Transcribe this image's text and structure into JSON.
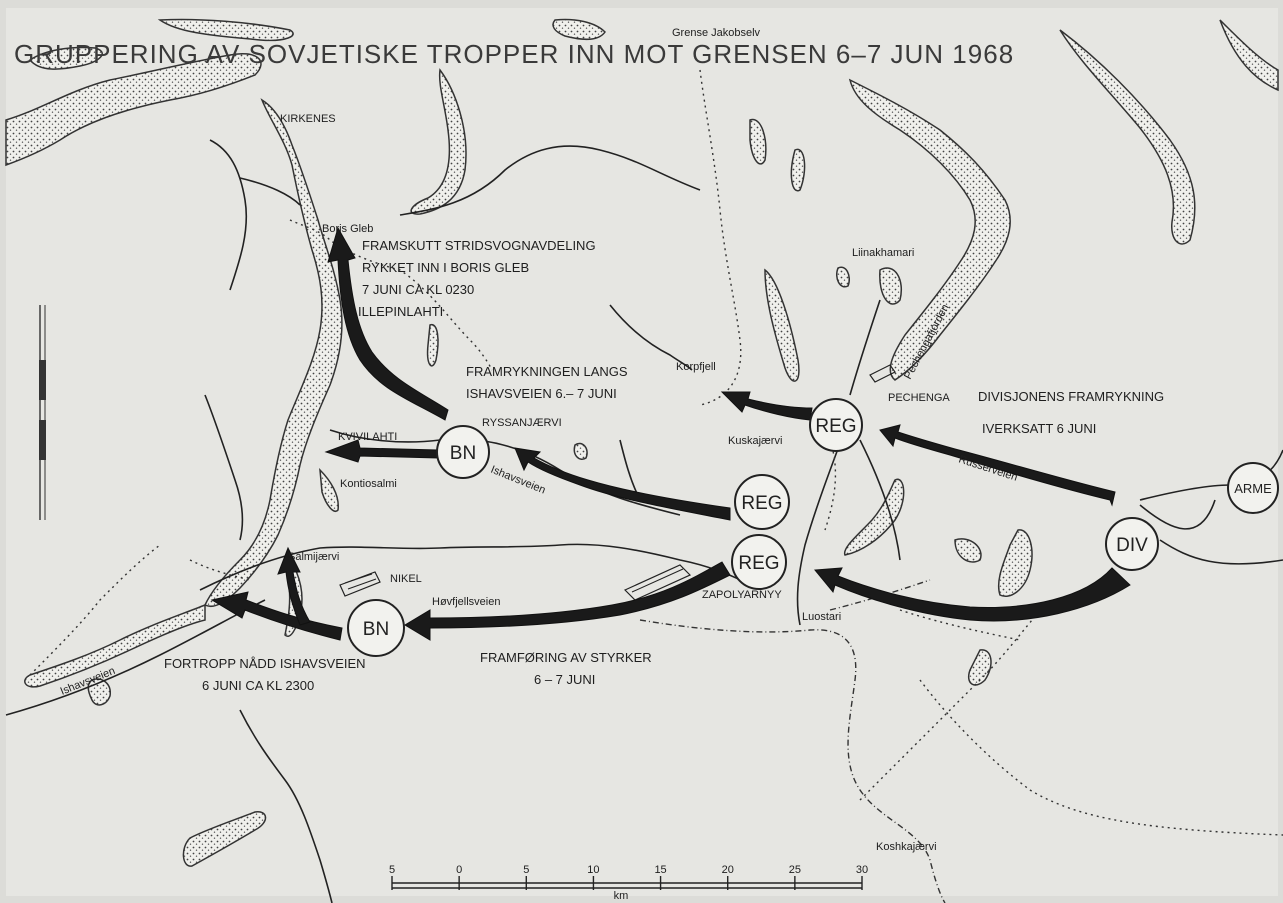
{
  "title": "GRUPPERING AV SOVJETISKE TROPPER INN MOT GRENSEN 6–7 JUN 1968",
  "places": {
    "kirkenes": "KIRKENES",
    "grense_jakobselv": "Grense Jakobselv",
    "boris_gleb": "Boris Gleb",
    "liinakhamari": "Liinakhamari",
    "pechengafjorden": "Pechengafjorden",
    "pechenga": "PECHENGA",
    "korpfjell": "Korpfjell",
    "kuskajaervi": "Kuskajærvi",
    "kvivilahti": "KVIVILAHTI",
    "ryssanjaervi": "RYSSANJÆRVI",
    "kontiosalmi": "Kontiosalmi",
    "salmijaervi": "Salmijærvi",
    "nikel": "NIKEL",
    "zapolyarnyy": "ZAPOLYARNYY",
    "luostari": "Luostari",
    "koshkajaervi": "Koshkajærvi",
    "illepinlahti": "ILLEPINLAHTI"
  },
  "roads": {
    "ishavsveien_east": "Ishavsveien",
    "ishavsveien_west": "Ishavsveien",
    "hovfjellsveien": "Høvfjellsveien",
    "russerveien": "Russerveien"
  },
  "annotations": {
    "tank_line1": "FRAMSKUTT STRIDSVOGNAVDELING",
    "tank_line2": "RYKKET INN I BORIS GLEB",
    "tank_line3": "7 JUNI CA KL 0230",
    "advance_line1": "FRAMRYKNINGEN LANGS",
    "advance_line2": "ISHAVSVEIEN 6.– 7 JUNI",
    "division_line1": "DIVISJONENS FRAMRYKNING",
    "division_line2": "IVERKSATT 6 JUNI",
    "vanguard_line1": "FORTROPP NÅDD ISHAVSVEIEN",
    "vanguard_line2": "6 JUNI CA KL 2300",
    "forces_line1": "FRAMFØRING AV STYRKER",
    "forces_line2": "6 – 7 JUNI"
  },
  "units": {
    "bn_north": "BN",
    "bn_south": "BN",
    "reg_pechenga": "REG",
    "reg_middle": "REG",
    "reg_zapolyarnyy": "REG",
    "div": "DIV",
    "arme": "ARME"
  },
  "scale": {
    "ticks": [
      "5",
      "0",
      "5",
      "10",
      "15",
      "20",
      "25",
      "30"
    ],
    "unit": "km"
  }
}
